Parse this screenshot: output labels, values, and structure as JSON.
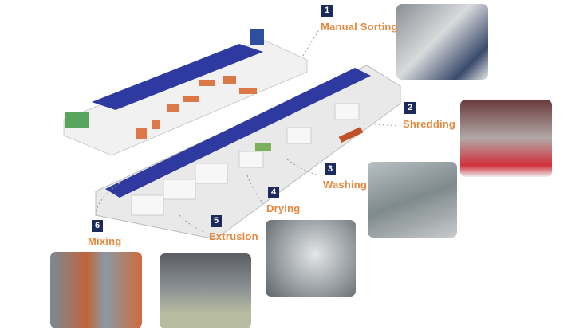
{
  "steps": [
    {
      "number": "1",
      "label": "Manual Sorting",
      "photo": "manual-sorting-photo"
    },
    {
      "number": "2",
      "label": "Shredding",
      "photo": "shredding-photo"
    },
    {
      "number": "3",
      "label": "Washing",
      "photo": "washing-photo"
    },
    {
      "number": "4",
      "label": "Drying",
      "photo": "drying-photo"
    },
    {
      "number": "5",
      "label": "Extrusion",
      "photo": "extrusion-photo"
    },
    {
      "number": "6",
      "label": "Mixing",
      "photo": "mixing-photo"
    }
  ],
  "colors": {
    "badge": "#1c2a5e",
    "label": "#e8883e",
    "solar": "#2f3aa0"
  }
}
